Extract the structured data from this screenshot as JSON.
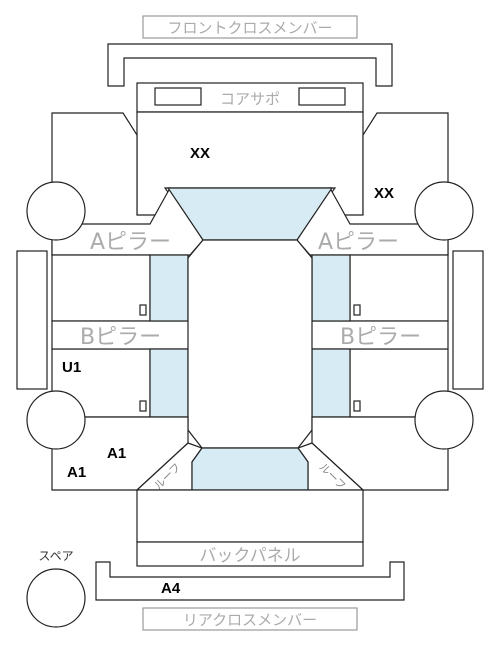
{
  "labels": {
    "front_cross_member": "フロントクロスメンバー",
    "core_support": "コアサポ",
    "a_pillar": "Aピラー",
    "b_pillar": "Bピラー",
    "roof": "ルーフ",
    "back_panel": "バックパネル",
    "rear_cross_member": "リアクロスメンバー",
    "spare": "スペア"
  },
  "codes": {
    "hood": "XX",
    "right_front_fender": "XX",
    "left_rear_door": "U1",
    "left_rear_quarter_inner": "A1",
    "left_rear_quarter": "A1",
    "rear_member": "A4"
  }
}
